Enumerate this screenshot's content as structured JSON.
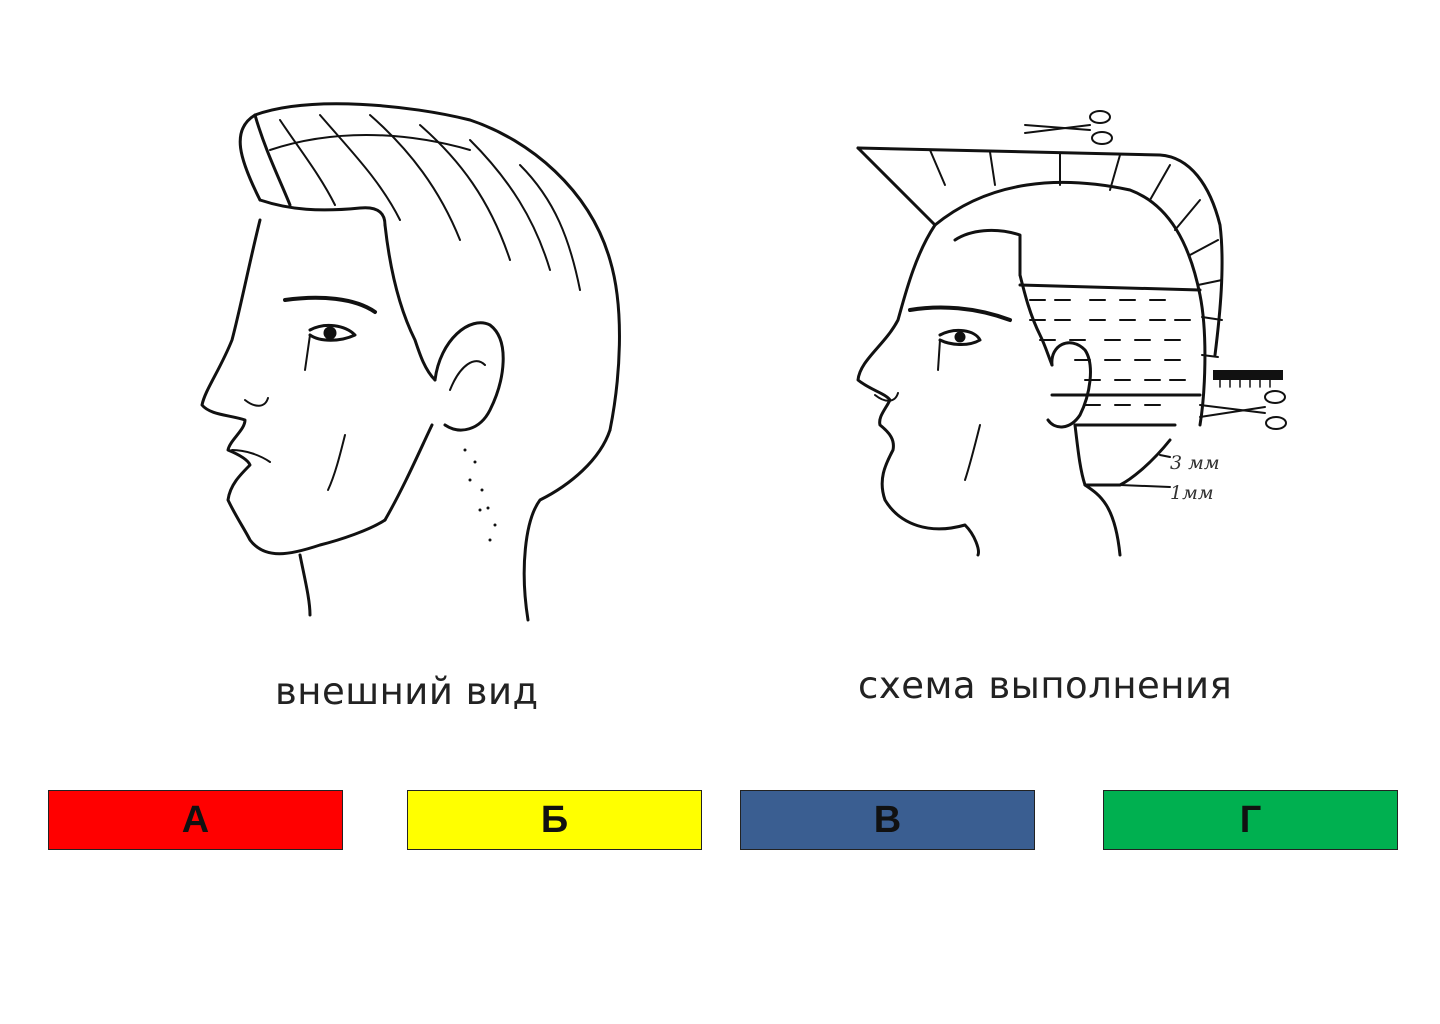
{
  "captions": {
    "left": "внешний вид",
    "right": "схема выполнения"
  },
  "annotations": {
    "top": "3 мм",
    "bottom": "1мм"
  },
  "answers": [
    {
      "label": "А",
      "color": "#ff0000"
    },
    {
      "label": "Б",
      "color": "#ffff00"
    },
    {
      "label": "В",
      "color": "#3a5e91"
    },
    {
      "label": "Г",
      "color": "#00b050"
    }
  ]
}
